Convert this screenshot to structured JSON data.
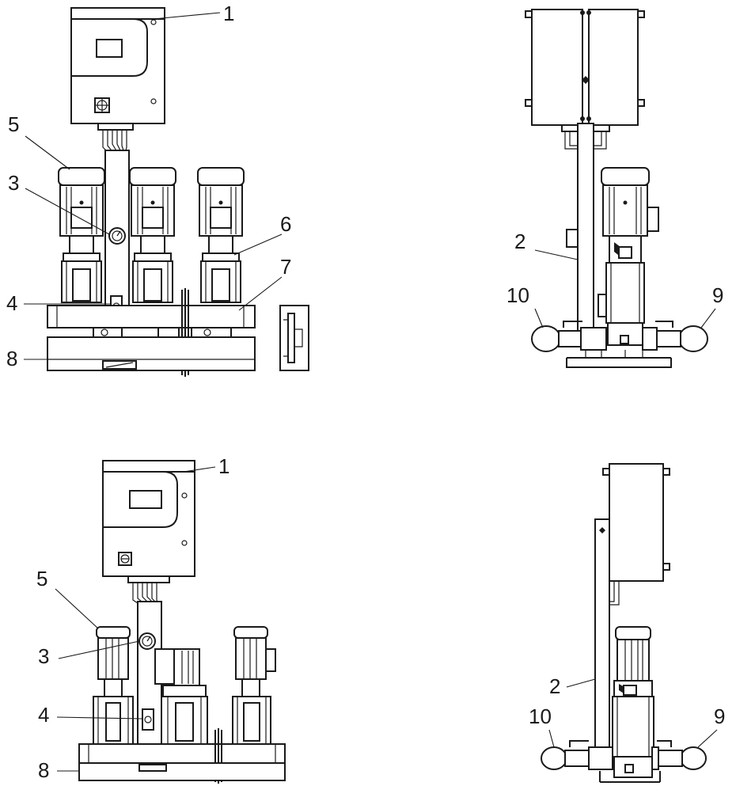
{
  "figure": {
    "views": [
      {
        "id": "top-front",
        "callouts": [
          "1",
          "5",
          "3",
          "6",
          "7",
          "4",
          "8"
        ]
      },
      {
        "id": "top-side",
        "callouts": [
          "2",
          "10",
          "9"
        ]
      },
      {
        "id": "bottom-front",
        "callouts": [
          "1",
          "5",
          "3",
          "4",
          "8"
        ]
      },
      {
        "id": "bottom-side",
        "callouts": [
          "2",
          "10",
          "9"
        ]
      }
    ]
  }
}
